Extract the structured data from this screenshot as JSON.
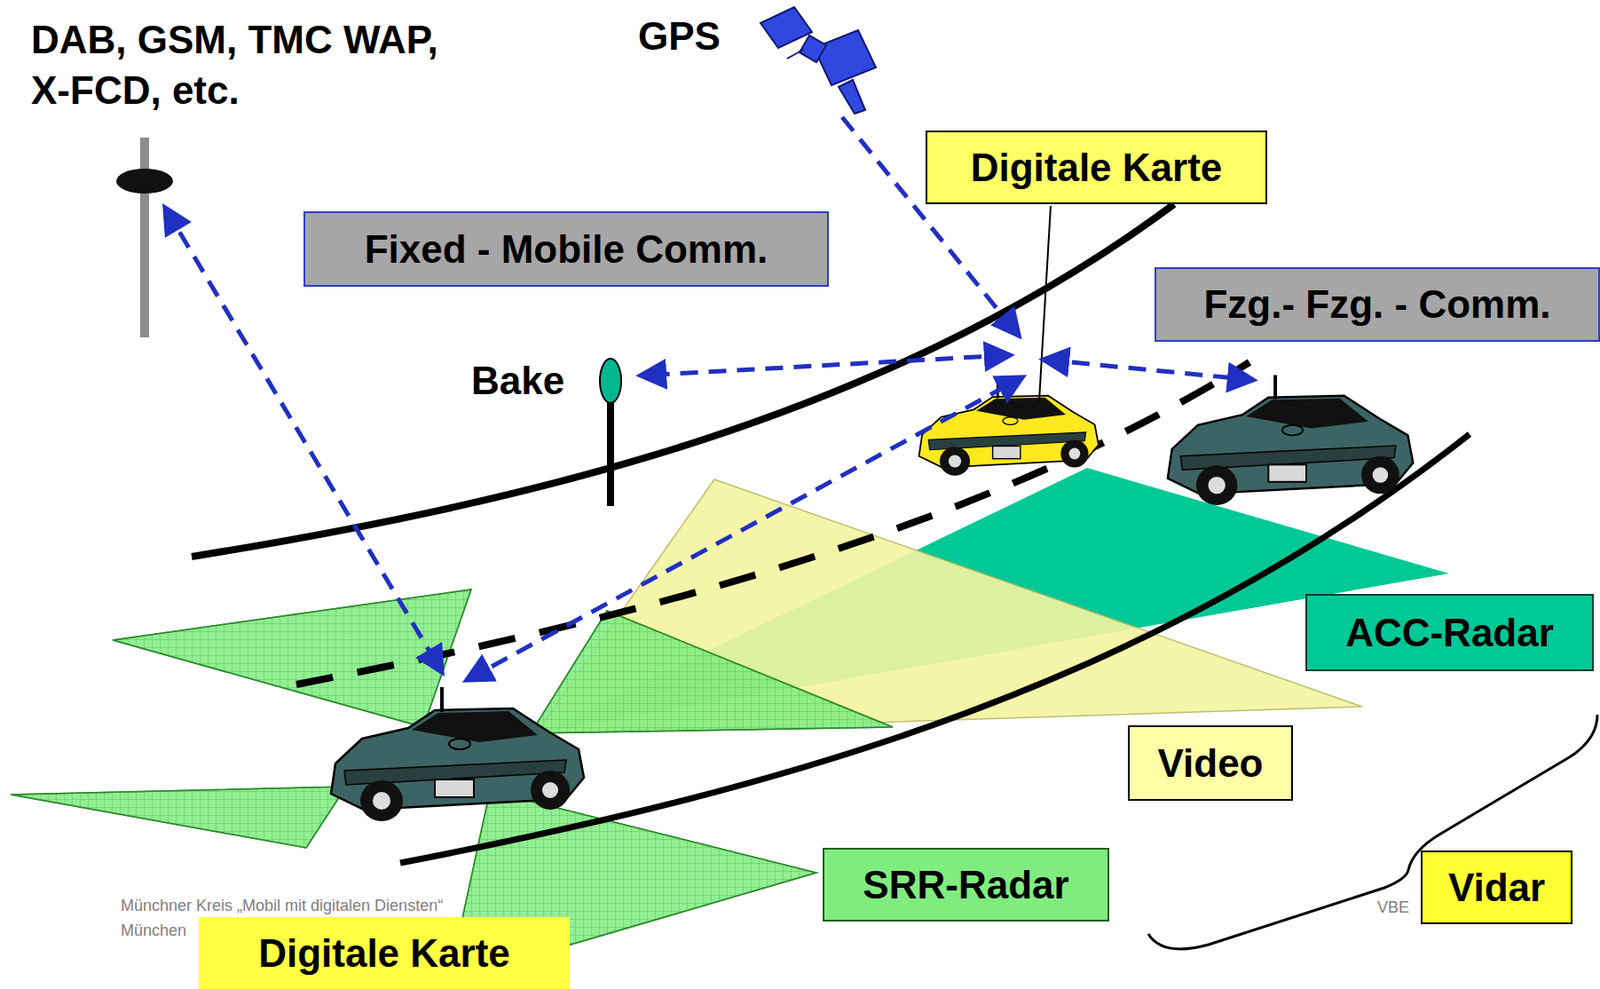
{
  "diagram": {
    "nodes": [
      {
        "text": [
          "Digitale Karte"
        ]
      },
      {
        "text": [
          "Fixed - Mobile Comm."
        ]
      },
      {
        "text": [
          "Fzg.- Fzg. - Comm."
        ]
      },
      {
        "text": [
          "ACC-Radar"
        ]
      },
      {
        "text": [
          "Video"
        ]
      },
      {
        "text": [
          "SRR-Radar"
        ]
      },
      {
        "text": [
          "Vidar"
        ]
      },
      {
        "text": [
          "Digitale Karte"
        ]
      }
    ],
    "labels": [
      "DAB, GSM, TMC WAP, X-FCD, etc.",
      "GPS",
      "Bake",
      "Münchner Kreis „Mobil mit digitalen Diensten“",
      "München",
      "VBE"
    ]
  }
}
